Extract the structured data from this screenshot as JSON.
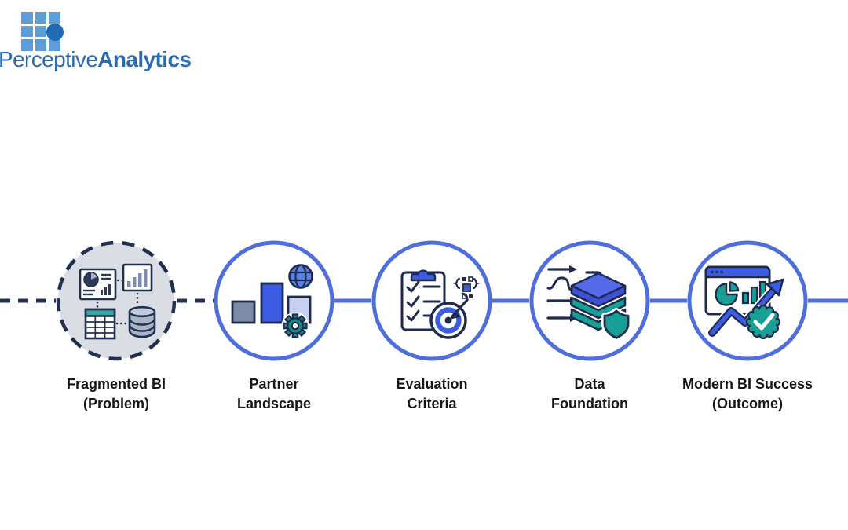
{
  "brand": {
    "name_regular": "Perceptive",
    "name_bold": "Analytics",
    "logo_icon": "grid-dot-logo-icon",
    "logo_square_color": "#5C9FD8",
    "logo_dot_color": "#1E6CB5",
    "logo_text_color": "#2A6BB4"
  },
  "timeline": {
    "orientation": "horizontal",
    "connector_dashed_color": "#22304F",
    "connector_solid_color": "#4D6EDC",
    "steps": [
      {
        "id": "fragmented-bi",
        "label_line1": "Fragmented BI",
        "label_line2": "(Problem)",
        "node_style": "dashed-gray",
        "icon": "fragmented-bi-collage-icon",
        "icon_parts": [
          "pie-report-card",
          "bar-report-card",
          "data-table",
          "database-cylinder"
        ]
      },
      {
        "id": "partner-landscape",
        "label_line1": "Partner",
        "label_line2": "Landscape",
        "node_style": "solid-blue",
        "icon": "bars-globe-gear-icon",
        "icon_parts": [
          "bar-chart",
          "globe",
          "gear"
        ]
      },
      {
        "id": "evaluation-criteria",
        "label_line1": "Evaluation",
        "label_line2": "Criteria",
        "node_style": "solid-blue",
        "icon": "checklist-target-icon",
        "icon_parts": [
          "clipboard-checklist",
          "decision-matrix",
          "bullseye-arrow"
        ]
      },
      {
        "id": "data-foundation",
        "label_line1": "Data",
        "label_line2": "Foundation",
        "node_style": "solid-blue",
        "icon": "stack-shield-arrows-icon",
        "icon_parts": [
          "flow-arrows",
          "layered-data-stack",
          "shield"
        ]
      },
      {
        "id": "modern-bi-success",
        "label_line1": "Modern BI Success",
        "label_line2": "(Outcome)",
        "node_style": "solid-blue",
        "icon": "dashboard-growth-badge-icon",
        "icon_parts": [
          "analytics-window",
          "growth-arrow",
          "verified-badge"
        ]
      }
    ]
  },
  "colors": {
    "background": "#FFFFFF",
    "navy_outline": "#1F2B4D",
    "ring_blue": "#4D6EDC",
    "accent_blue": "#3D5CE5",
    "teal": "#18A096",
    "slate": "#7D8BA6",
    "lavender": "#C7D2F2",
    "problem_node_fill": "#DADDE3",
    "label_text": "#151515"
  }
}
